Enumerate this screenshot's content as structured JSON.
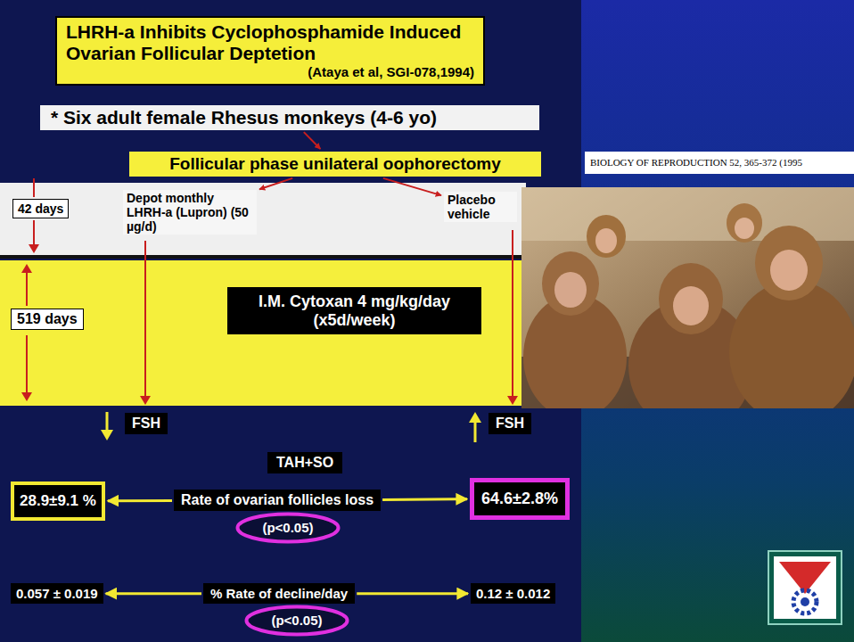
{
  "diagram": {
    "nodes": [
      {
        "text": [
          "LHRH-a Inhibits Cyclophosphamide Induced Ovarian Follicular Deptetion",
          "(Ataya et al, SGI-078,1994)"
        ]
      },
      {
        "text": [
          "* Six adult female Rhesus monkeys (4-6 yo)"
        ]
      },
      {
        "text": [
          "Follicular phase unilateral oophorectomy"
        ]
      },
      {
        "text": [
          "42 days"
        ]
      },
      {
        "text": [
          "Depot monthly LHRH-a (Lupron) (50 µg/d)"
        ]
      },
      {
        "text": [
          "Placebo vehicle"
        ]
      },
      {
        "text": [
          "519 days"
        ]
      },
      {
        "text": [
          "I.M. Cytoxan 4 mg/kg/day (x5d/week)"
        ]
      },
      {
        "text": [
          "FSH"
        ]
      },
      {
        "text": [
          "TAH+SO"
        ]
      },
      {
        "text": [
          "FSH"
        ]
      },
      {
        "text": [
          "28.9±9.1 %"
        ]
      },
      {
        "text": [
          "Rate of ovarian follicles loss"
        ]
      },
      {
        "text": [
          "64.6±2.8%"
        ]
      },
      {
        "text": [
          "(p<0.05)"
        ]
      },
      {
        "text": [
          "0.057 ± 0.019"
        ]
      },
      {
        "text": [
          "% Rate of decline/day"
        ]
      },
      {
        "text": [
          "0.12 ± 0.012"
        ]
      },
      {
        "text": [
          "(p<0.05)"
        ]
      },
      {
        "text": [
          "BIOLOGY OF REPRODUCTION 52, 365-372 (1995"
        ]
      }
    ],
    "edges": [
      {
        "from": 1,
        "to": 2,
        "arrow": "to"
      },
      {
        "from": 2,
        "to": 4,
        "arrow": "to"
      },
      {
        "from": 2,
        "to": 5,
        "arrow": "to"
      },
      {
        "from": 12,
        "to": 11,
        "arrow": "to"
      },
      {
        "from": 12,
        "to": 13,
        "arrow": "to"
      },
      {
        "from": 16,
        "to": 15,
        "arrow": "to"
      },
      {
        "from": 16,
        "to": 17,
        "arrow": "to"
      }
    ]
  }
}
